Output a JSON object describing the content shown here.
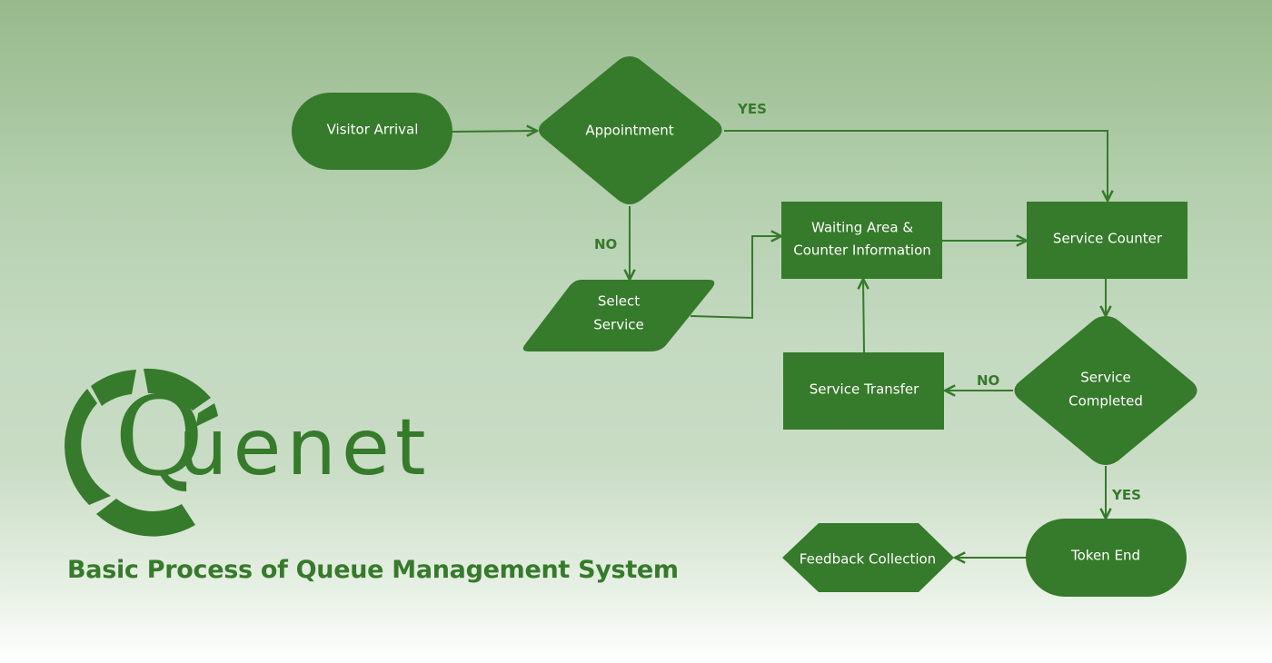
{
  "title": "Basic Process of Queue Management System",
  "brand": {
    "name": "Quenet",
    "initial": "Q",
    "rest": "uenet",
    "color": "#367a2b"
  },
  "colors": {
    "node_fill": "#367a2b",
    "node_text": "#ffffff",
    "connector": "#367a2b",
    "label": "#367a2b"
  },
  "nodes": {
    "visitor_arrival": {
      "type": "terminator",
      "lines": [
        "Visitor Arrival"
      ]
    },
    "appointment": {
      "type": "decision",
      "lines": [
        "Appointment"
      ]
    },
    "select_service": {
      "type": "input-output",
      "lines": [
        "Select",
        "Service"
      ]
    },
    "waiting_area": {
      "type": "process",
      "lines": [
        "Waiting Area &",
        "Counter Information"
      ]
    },
    "service_counter": {
      "type": "process",
      "lines": [
        "Service Counter"
      ]
    },
    "service_completed": {
      "type": "decision",
      "lines": [
        "Service",
        "Completed"
      ]
    },
    "service_transfer": {
      "type": "process",
      "lines": [
        "Service Transfer"
      ]
    },
    "token_end": {
      "type": "terminator",
      "lines": [
        "Token End"
      ]
    },
    "feedback_collection": {
      "type": "preparation",
      "lines": [
        "Feedback Collection"
      ]
    }
  },
  "edges": [
    {
      "from": "visitor_arrival",
      "to": "appointment",
      "label": ""
    },
    {
      "from": "appointment",
      "to": "service_counter",
      "label": "YES"
    },
    {
      "from": "appointment",
      "to": "select_service",
      "label": "NO"
    },
    {
      "from": "select_service",
      "to": "waiting_area",
      "label": ""
    },
    {
      "from": "waiting_area",
      "to": "service_counter",
      "label": ""
    },
    {
      "from": "service_counter",
      "to": "service_completed",
      "label": ""
    },
    {
      "from": "service_completed",
      "to": "service_transfer",
      "label": "NO"
    },
    {
      "from": "service_transfer",
      "to": "waiting_area",
      "label": ""
    },
    {
      "from": "service_completed",
      "to": "token_end",
      "label": "YES"
    },
    {
      "from": "token_end",
      "to": "feedback_collection",
      "label": ""
    }
  ]
}
